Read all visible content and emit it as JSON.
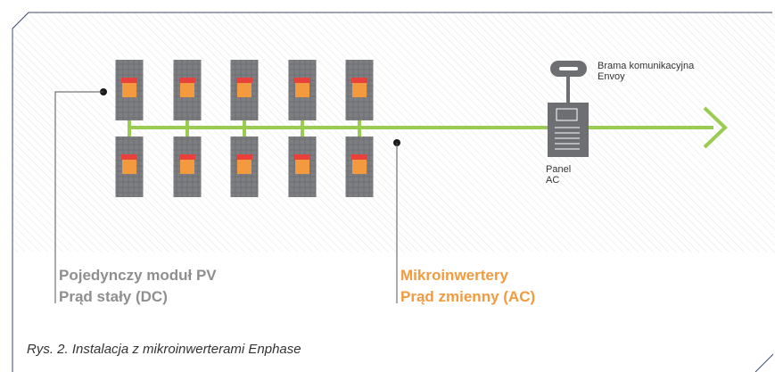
{
  "diagram": {
    "gateway_label_line1": "Brama komunikacyjna",
    "gateway_label_line2": "Envoy",
    "panel_label_line1": "Panel",
    "panel_label_line2": "AC",
    "dc_label_line1": "Pojedynczy moduł PV",
    "dc_label_line2": "Prąd stały (DC)",
    "ac_label_line1": "Mikroinwertery",
    "ac_label_line2": "Prąd zmienny (AC)",
    "caption": "Rys. 2. Instalacja z mikroinwerterami Enphase"
  },
  "colors": {
    "module": "#6d6f72",
    "microinverter": "#f39a3e",
    "microinverter_band": "#e8413c",
    "ac_bus": "#9acc52",
    "accent_text": "#f39a3e",
    "muted_text": "#8f8f8f"
  }
}
